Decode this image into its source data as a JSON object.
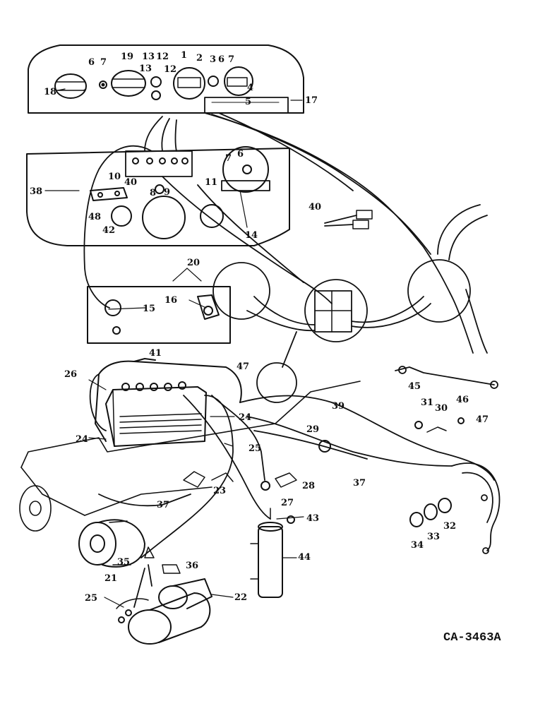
{
  "drawing_code": "CA-3463A",
  "ink_color": "#111111",
  "paper_color": "#ffffff",
  "callouts": [
    {
      "id": "c1",
      "label": "1"
    },
    {
      "id": "c2",
      "label": "2"
    },
    {
      "id": "c3",
      "label": "3"
    },
    {
      "id": "c6a",
      "label": "6"
    },
    {
      "id": "c7a",
      "label": "7"
    },
    {
      "id": "c6b",
      "label": "6"
    },
    {
      "id": "c7b",
      "label": "7"
    },
    {
      "id": "c19",
      "label": "19"
    },
    {
      "id": "c13a",
      "label": "13"
    },
    {
      "id": "c12a",
      "label": "12"
    },
    {
      "id": "c13b",
      "label": "13"
    },
    {
      "id": "c12b",
      "label": "12"
    },
    {
      "id": "c18",
      "label": "18"
    },
    {
      "id": "c4",
      "label": "4"
    },
    {
      "id": "c5",
      "label": "5"
    },
    {
      "id": "c17",
      "label": "17"
    },
    {
      "id": "c7c",
      "label": "7"
    },
    {
      "id": "c6c",
      "label": "6"
    },
    {
      "id": "c10",
      "label": "10"
    },
    {
      "id": "c11",
      "label": "11"
    },
    {
      "id": "c40a",
      "label": "40"
    },
    {
      "id": "c38",
      "label": "38"
    },
    {
      "id": "c8",
      "label": "8"
    },
    {
      "id": "c9",
      "label": "9"
    },
    {
      "id": "c48",
      "label": "48"
    },
    {
      "id": "c42",
      "label": "42"
    },
    {
      "id": "c14",
      "label": "14"
    },
    {
      "id": "c40b",
      "label": "40"
    },
    {
      "id": "c20",
      "label": "20"
    },
    {
      "id": "c16",
      "label": "16"
    },
    {
      "id": "c15",
      "label": "15"
    },
    {
      "id": "c41",
      "label": "41"
    },
    {
      "id": "c47a",
      "label": "47"
    },
    {
      "id": "c26",
      "label": "26"
    },
    {
      "id": "c45",
      "label": "45"
    },
    {
      "id": "c24a",
      "label": "24"
    },
    {
      "id": "c31",
      "label": "31"
    },
    {
      "id": "c30",
      "label": "30"
    },
    {
      "id": "c46",
      "label": "46"
    },
    {
      "id": "c39",
      "label": "39"
    },
    {
      "id": "c47b",
      "label": "47"
    },
    {
      "id": "c24b",
      "label": "24"
    },
    {
      "id": "c29",
      "label": "29"
    },
    {
      "id": "c25a",
      "label": "25"
    },
    {
      "id": "c37a",
      "label": "37"
    },
    {
      "id": "c28",
      "label": "28"
    },
    {
      "id": "c23",
      "label": "23"
    },
    {
      "id": "c37b",
      "label": "37"
    },
    {
      "id": "c27",
      "label": "27"
    },
    {
      "id": "c43",
      "label": "43"
    },
    {
      "id": "c32",
      "label": "32"
    },
    {
      "id": "c44",
      "label": "44"
    },
    {
      "id": "c34",
      "label": "34"
    },
    {
      "id": "c33",
      "label": "33"
    },
    {
      "id": "c35",
      "label": "35"
    },
    {
      "id": "c36",
      "label": "36"
    },
    {
      "id": "c21",
      "label": "21"
    },
    {
      "id": "c25b",
      "label": "25"
    },
    {
      "id": "c22",
      "label": "22"
    }
  ]
}
